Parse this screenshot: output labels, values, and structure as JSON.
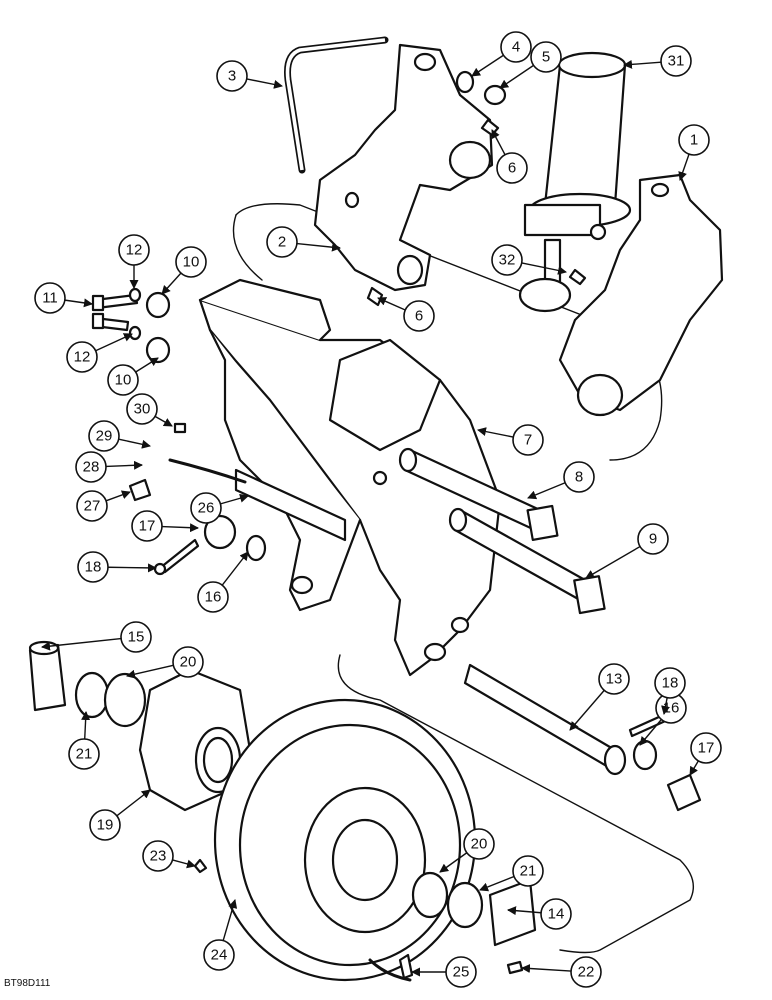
{
  "drawing_code": "BT98D111",
  "callouts": [
    "1",
    "2",
    "3",
    "4",
    "5",
    "6",
    "6",
    "7",
    "8",
    "9",
    "10",
    "10",
    "11",
    "12",
    "12",
    "13",
    "14",
    "15",
    "16",
    "16",
    "17",
    "17",
    "18",
    "18",
    "19",
    "20",
    "20",
    "21",
    "21",
    "22",
    "23",
    "24",
    "25",
    "26",
    "27",
    "28",
    "29",
    "30",
    "31",
    "32"
  ]
}
